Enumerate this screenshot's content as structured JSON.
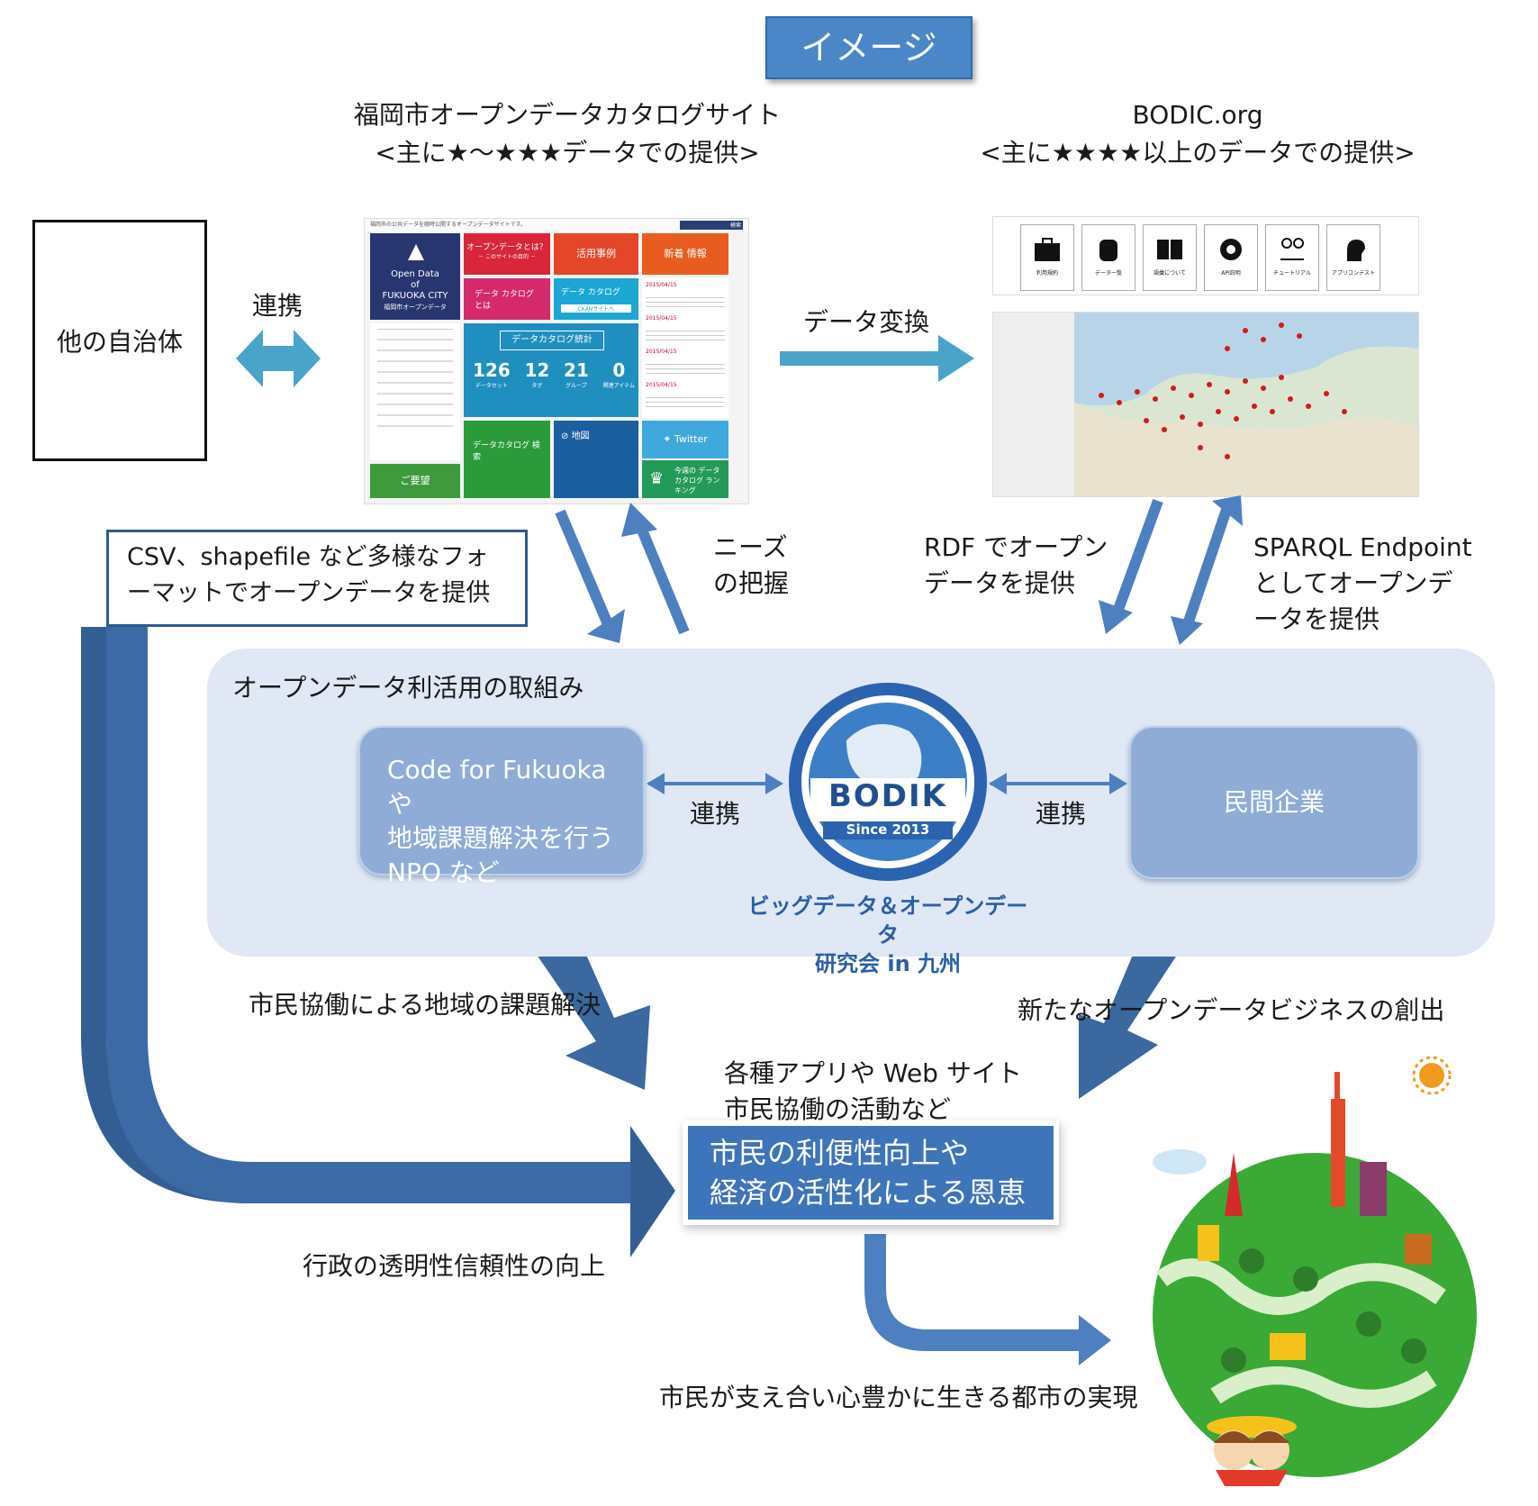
{
  "title": "イメージ",
  "left_site": {
    "name": "福岡市オープンデータカタログサイト",
    "note": "<主に★～★★★データでの提供>",
    "screenshot": {
      "header_text": "福岡市の公共データを随時公開するオープンデータサイトです。",
      "logo_lines": [
        "Open Data",
        "of",
        "FUKUOKA CITY",
        "福岡市オープンデータ"
      ],
      "tile_opendata": "オープンデータとは？",
      "tile_opendata_sub": "－ このサイトの目的 －",
      "tile_usecase": "活用事例",
      "tile_news": "新着 情報",
      "tile_catalog": "データ カタログとは",
      "tile_ckan": "データ カタログ",
      "tile_ckan_link": "CKANサイトへ",
      "tile_stats": "データカタログ統計",
      "stats": [
        {
          "value": "126",
          "label": "データセット"
        },
        {
          "value": "12",
          "label": "タグ"
        },
        {
          "value": "21",
          "label": "グループ"
        },
        {
          "value": "0",
          "label": "関連アイテム"
        }
      ],
      "tile_search": "データカタログ 検索",
      "tile_map": "地図",
      "tile_twitter": "Twitter",
      "tile_ranking": "今週の データカタログ ランキング",
      "tile_request": "ご要望",
      "search_button": "検索",
      "news_dates": [
        "2015/04/15",
        "2015/04/15",
        "2015/04/15",
        "2015/04/15"
      ]
    }
  },
  "right_site": {
    "name": "BODIC.org",
    "note": "<主に★★★★以上のデータでの提供>",
    "icons": [
      {
        "icon": "briefcase-icon",
        "label": "利用規約"
      },
      {
        "icon": "database-icon",
        "label": "データ一覧"
      },
      {
        "icon": "book-icon",
        "label": "語彙について"
      },
      {
        "icon": "gear-icon",
        "label": "API説明"
      },
      {
        "icon": "map-pin-icon",
        "label": "チュートリアル"
      },
      {
        "icon": "head-icon",
        "label": "アプリコンテスト"
      }
    ]
  },
  "other_gov": "他の自治体",
  "link_label": "連携",
  "data_convert": "データ変換",
  "csv_text": "CSV、shapefile など多様なフォーマットでオープンデータを提供",
  "needs": [
    "ニーズ",
    "の把握"
  ],
  "rdf": [
    "RDF でオープン",
    "データを提供"
  ],
  "sparql": [
    "SPARQL Endpoint",
    "としてオープンデ",
    "ータを提供"
  ],
  "panel_title": "オープンデータ利活用の取組み",
  "code_for": [
    "Code for Fukuoka や",
    "地域課題解決を行う",
    "NPO など"
  ],
  "private": "民間企業",
  "link_left": "連携",
  "link_right": "連携",
  "bodik": {
    "name": "BODIK",
    "since": "Since 2013",
    "caption": [
      "ビッグデータ＆オープンデータ",
      "研究会 in 九州"
    ]
  },
  "civic": "市民協働による地域の課題解決",
  "business": "新たなオープンデータビジネスの創出",
  "apps": [
    "各種アプリや Web サイト",
    "市民協働の活動など"
  ],
  "benefit": [
    "市民の利便性向上や",
    "経済の活性化による恩恵"
  ],
  "transparency": "行政の透明性信頼性の向上",
  "goal": "市民が支え合い心豊かに生きる都市の実現",
  "colors": {
    "arrow_dark": "#335e93",
    "arrow_mid": "#4d7fc1",
    "teal_arrow": "#4aa3c9",
    "panel": "#dfe8f4",
    "node": "#8eacd6",
    "result": "#3e74b9"
  }
}
